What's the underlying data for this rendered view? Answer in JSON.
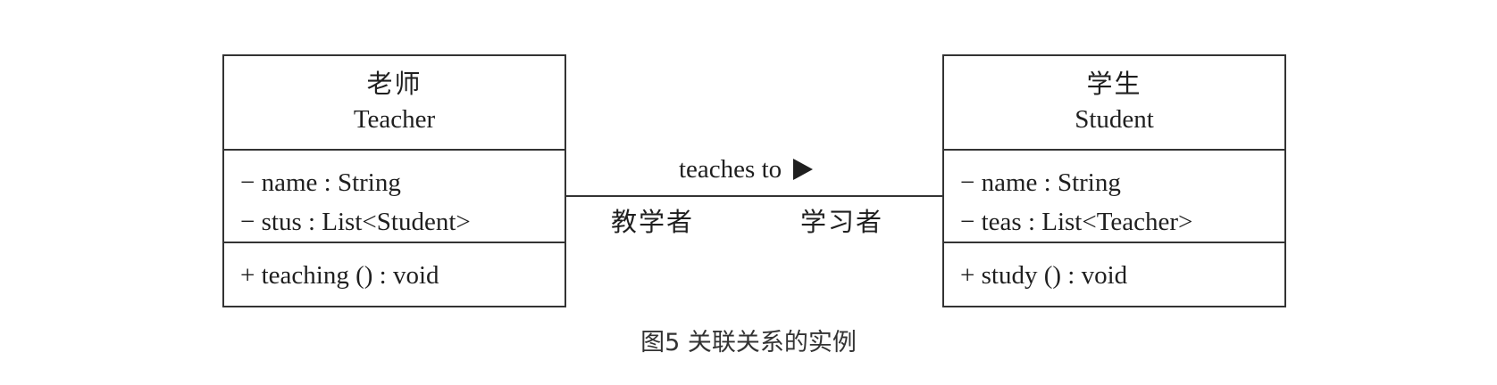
{
  "teacher": {
    "name_cn": "老师",
    "name_en": "Teacher",
    "attributes": [
      "− name : String",
      "− stus : List<Student>"
    ],
    "operations": [
      "+ teaching () : void"
    ]
  },
  "student": {
    "name_cn": "学生",
    "name_en": "Student",
    "attributes": [
      "− name : String",
      "− teas : List<Teacher>"
    ],
    "operations": [
      "+ study () : void"
    ]
  },
  "association": {
    "name": "teaches to",
    "direction_icon": "right-triangle-icon",
    "role_teacher": "教学者",
    "role_student": "学习者"
  },
  "caption": "图5 关联关系的实例"
}
